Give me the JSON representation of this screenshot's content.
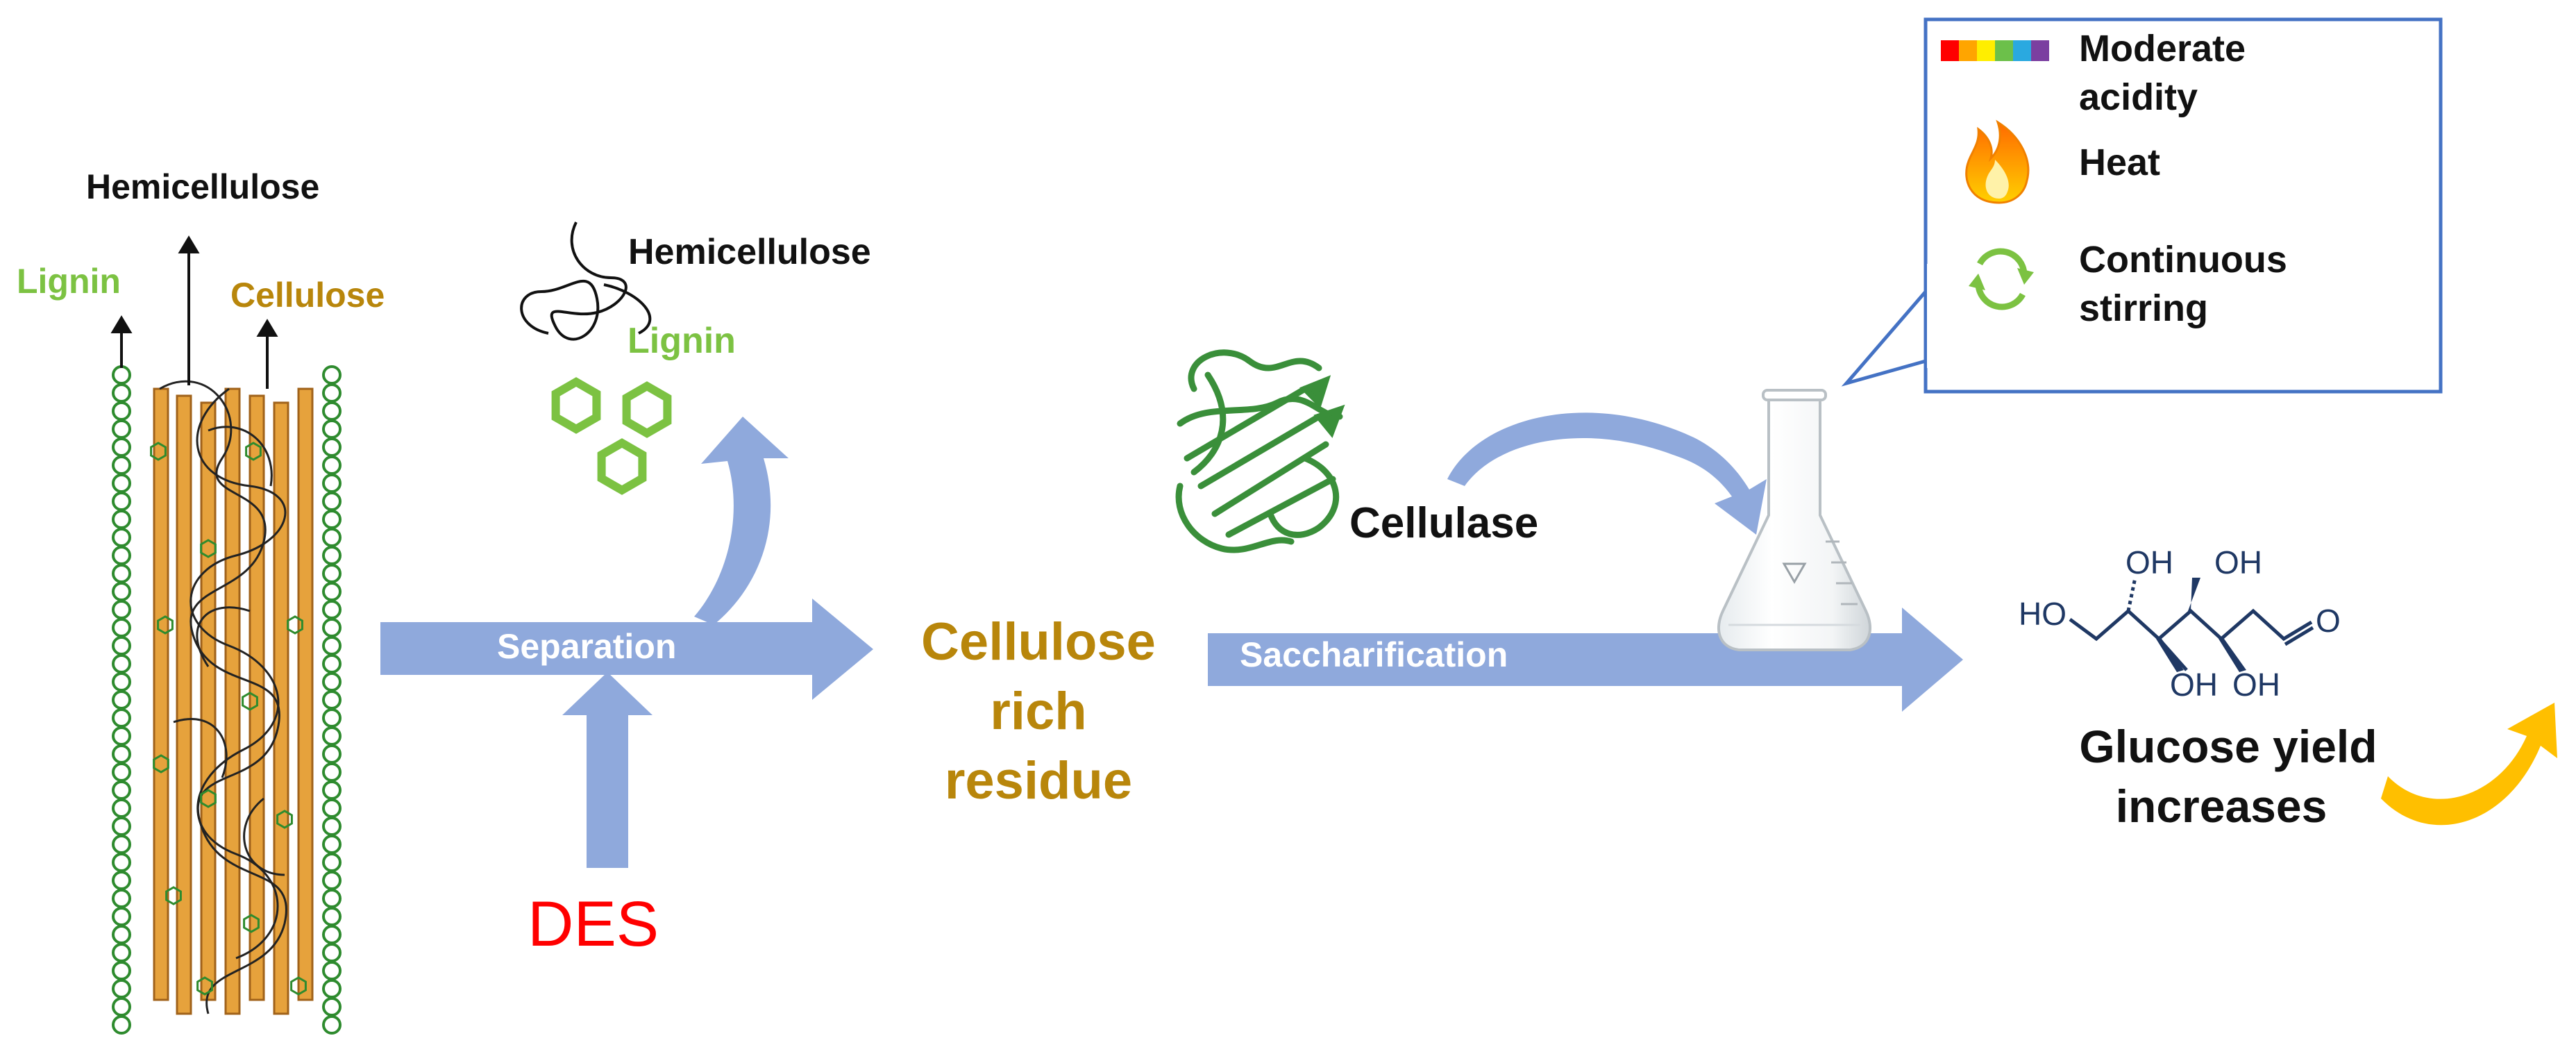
{
  "colors": {
    "arrow": "#8fa9dc",
    "lignin": "#7cc242",
    "lignin_dark": "#2e8b2e",
    "cellulose": "#b8860b",
    "cellulose_rod": "#e6a23c",
    "des": "#ff0000",
    "box_border": "#4472c4",
    "curved_arrow": "#ffbf00",
    "glucose": "#1f3864",
    "enzyme": "#3a8f3a"
  },
  "fiber": {
    "label_hemicellulose": "Hemicellulose",
    "label_lignin": "Lignin",
    "label_cellulose": "Cellulose"
  },
  "separation": {
    "label": "Separation",
    "solvent": "DES",
    "released_hemicellulose": "Hemicellulose",
    "released_lignin": "Lignin"
  },
  "residue": {
    "line1": "Cellulose",
    "line2": "rich",
    "line3": "residue"
  },
  "saccharification": {
    "label": "Saccharification",
    "enzyme_label": "Cellulase"
  },
  "conditions_box": {
    "items": [
      {
        "icon": "rainbow-acidity-icon",
        "line1": "Moderate",
        "line2": "acidity"
      },
      {
        "icon": "flame-icon",
        "line1": "Heat",
        "line2": ""
      },
      {
        "icon": "circular-arrows-icon",
        "line1": "Continuous",
        "line2": "stirring"
      }
    ]
  },
  "glucose": {
    "atoms": {
      "ho": "HO",
      "oh1": "OH",
      "oh2": "OH",
      "oh3": "OH",
      "oh4": "OH",
      "o": "O"
    },
    "result_line1": "Glucose yield",
    "result_line2": "increases"
  }
}
